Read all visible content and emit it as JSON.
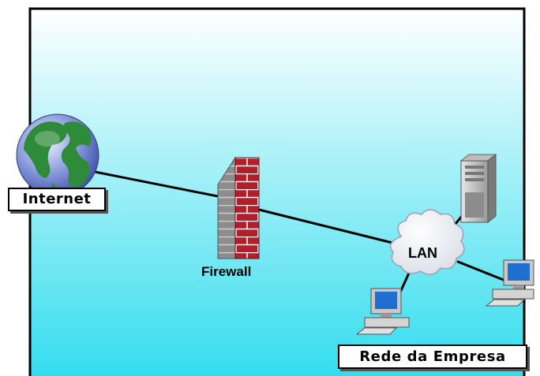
{
  "labels": {
    "internet": "Internet",
    "firewall": "Firewall",
    "lan": "LAN",
    "company_network": "Rede da Empresa"
  },
  "colors": {
    "background_top": "#ffffff",
    "background_bottom": "#33ddee",
    "frame": "#000000",
    "connection_line": "#000000",
    "brick": "#b41e2a",
    "wall_side": "#8a8a8a",
    "globe_ocean": "#7b8cd6",
    "globe_land": "#2e8b3a",
    "cloud": "#ffffff",
    "computer_body": "#c8c8c8",
    "computer_screen": "#1f6fd1"
  },
  "icons": {
    "globe": "globe-icon",
    "firewall": "firewall-brick-wall-icon",
    "cloud": "cloud-icon",
    "server": "server-tower-icon",
    "workstation": "desktop-computer-icon"
  }
}
